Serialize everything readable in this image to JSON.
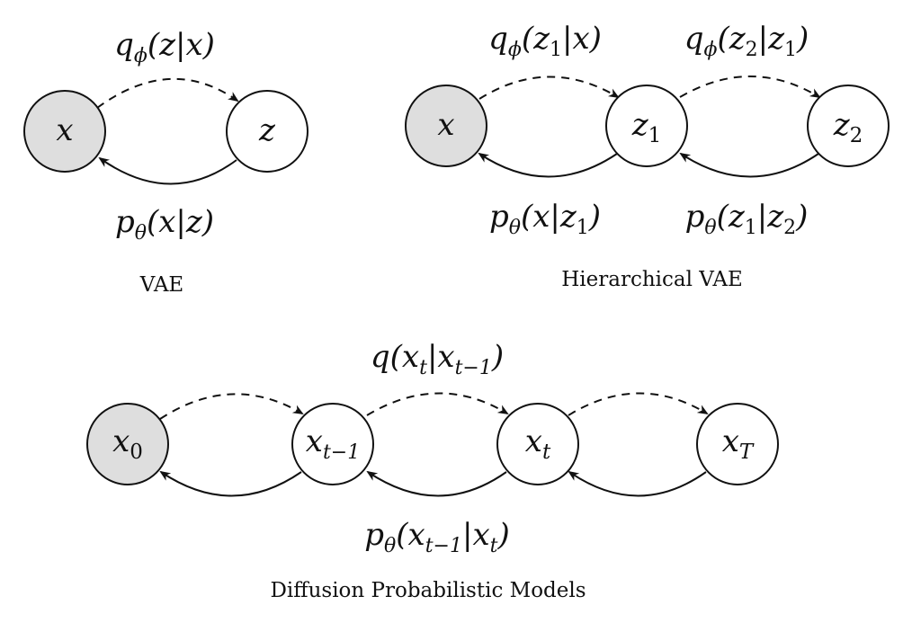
{
  "colors": {
    "observed_node_fill": "#dedede",
    "latent_node_fill": "#ffffff",
    "stroke": "#111111"
  },
  "panels": {
    "vae": {
      "caption": "VAE",
      "nodes": {
        "x": "x",
        "z": "z"
      },
      "encoder_label": {
        "fn": "q",
        "sub": "ϕ",
        "args": "(z|x)"
      },
      "decoder_label": {
        "fn": "p",
        "sub": "θ",
        "args": "(x|z)"
      }
    },
    "hvae": {
      "caption": "Hierarchical VAE",
      "nodes": {
        "x": "x",
        "z1": {
          "base": "z",
          "sub": "1"
        },
        "z2": {
          "base": "z",
          "sub": "2"
        }
      },
      "encoder_labels": [
        {
          "fn": "q",
          "sub": "ϕ",
          "pre": "(z",
          "mid_sub": "1",
          "post": "|x)"
        },
        {
          "fn": "q",
          "sub": "ϕ",
          "pre": "(z",
          "mid_sub": "2",
          "post": "|z",
          "post_sub": "1",
          "close": ")"
        }
      ],
      "decoder_labels": [
        {
          "fn": "p",
          "sub": "θ",
          "pre": "(x|z",
          "mid_sub": "1",
          "post": ")"
        },
        {
          "fn": "p",
          "sub": "θ",
          "pre": "(z",
          "mid_sub": "1",
          "post": "|z",
          "post_sub": "2",
          "close": ")"
        }
      ]
    },
    "diffusion": {
      "caption": "Diffusion Probabilistic Models",
      "nodes": {
        "x0": {
          "base": "x",
          "sub": "0"
        },
        "xt_minus_1": {
          "base": "x",
          "sub": "t−1"
        },
        "xt": {
          "base": "x",
          "sub": "t"
        },
        "xT": {
          "base": "x",
          "sub": "T"
        }
      },
      "forward_label": {
        "fn": "q",
        "pre": "(x",
        "mid_sub": "t",
        "post": "|x",
        "post_sub": "t−1",
        "close": ")"
      },
      "reverse_label": {
        "fn": "p",
        "sub": "θ",
        "pre": "(x",
        "mid_sub": "t−1",
        "post": "|x",
        "post_sub": "t",
        "close": ")"
      }
    }
  }
}
